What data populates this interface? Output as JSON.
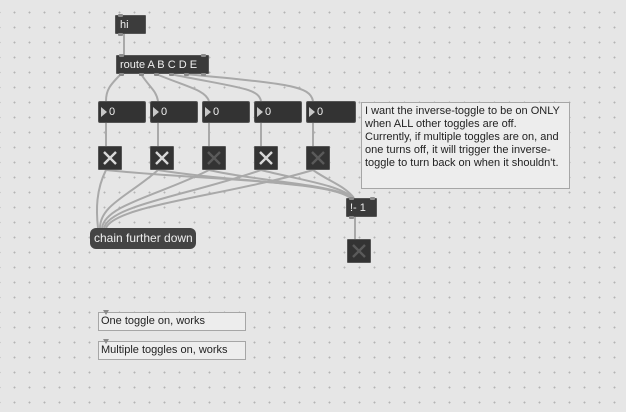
{
  "patch": {
    "message_hi": "hi",
    "route_object": "route A B C D E",
    "number_boxes": [
      {
        "value": "0"
      },
      {
        "value": "0"
      },
      {
        "value": "0"
      },
      {
        "value": "0"
      },
      {
        "value": "0"
      }
    ],
    "toggles": [
      {
        "state": "on"
      },
      {
        "state": "on"
      },
      {
        "state": "off"
      },
      {
        "state": "on"
      },
      {
        "state": "off"
      }
    ],
    "inverse_object": "!- 1",
    "inverse_toggle": {
      "state": "off"
    },
    "chain_bubble": "chain further down",
    "comment_text": "I want the inverse-toggle to be on ONLY when ALL other toggles are off. Currently, if multiple toggles are on, and one turns off, it will trigger the inverse-toggle to turn back on when it shouldn't.",
    "preset_comments": [
      "One toggle on, works",
      "Multiple toggles on, works"
    ]
  },
  "colors": {
    "canvas": "#e6e6e6",
    "object_fill": "#3a3a3a",
    "toggle_x_on": "#d8d8d8",
    "toggle_x_off": "#5a5a5a",
    "patch_cord": "#a9a9a9"
  }
}
